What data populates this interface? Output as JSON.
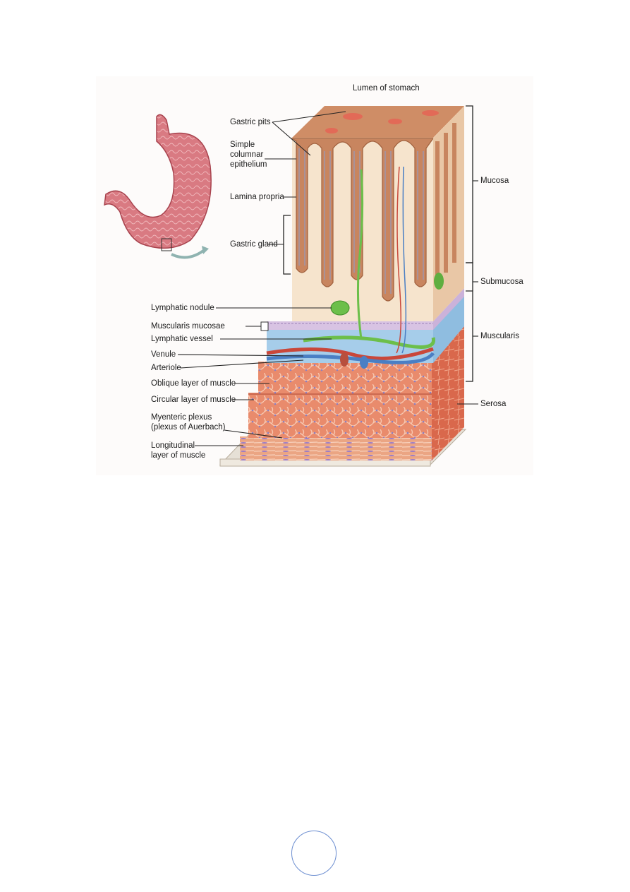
{
  "figure": {
    "lumen_label": "Lumen of stomach",
    "left_labels": {
      "gastric_pits": "Gastric pits",
      "simple_columnar_epithelium": [
        "Simple",
        "columnar",
        "epithelium"
      ],
      "lamina_propria": "Lamina propria",
      "gastric_gland": "Gastric gland",
      "lymphatic_nodule": "Lymphatic nodule",
      "muscularis_mucosae": "Muscularis mucosae",
      "lymphatic_vessel": "Lymphatic vessel",
      "venule": "Venule",
      "arteriole": "Arteriole",
      "oblique_layer": "Oblique layer of muscle",
      "circular_layer": "Circular layer of muscle",
      "myenteric_plexus": [
        "Myenteric plexus",
        "(plexus of Auerbach)"
      ],
      "longitudinal_layer": [
        "Longitudinal",
        "layer of muscle"
      ]
    },
    "right_labels": {
      "mucosa": "Mucosa",
      "submucosa": "Submucosa",
      "muscularis": "Muscularis",
      "serosa": "Serosa"
    },
    "colors": {
      "mucosa_tan": "#f3dcc3",
      "gland_brown": "#c8855f",
      "submucosa_blue": "#9ec8e8",
      "muscle_red": "#e07a5c",
      "lymph_green": "#6cbf4a",
      "vein_blue": "#4a7fc4",
      "artery_red": "#c9473a",
      "stomach_pink": "#d9707a"
    }
  }
}
